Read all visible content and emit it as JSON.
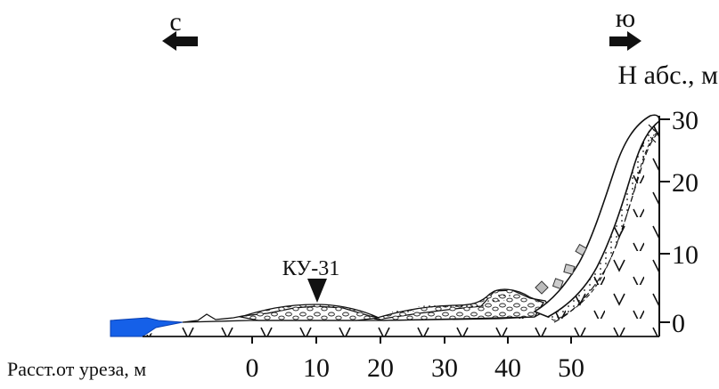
{
  "directions": {
    "north": "с",
    "south": "ю"
  },
  "y_axis": {
    "label": "Н абс., м",
    "ticks": [
      "30",
      "20",
      "10",
      "0"
    ]
  },
  "x_axis": {
    "label": "Расст.от уреза, м",
    "ticks": [
      "0",
      "10",
      "20",
      "30",
      "40",
      "50"
    ]
  },
  "marker": {
    "label": "КУ-31"
  },
  "colors": {
    "water": "#1560e8",
    "line": "#111111",
    "fill": "#ffffff"
  }
}
